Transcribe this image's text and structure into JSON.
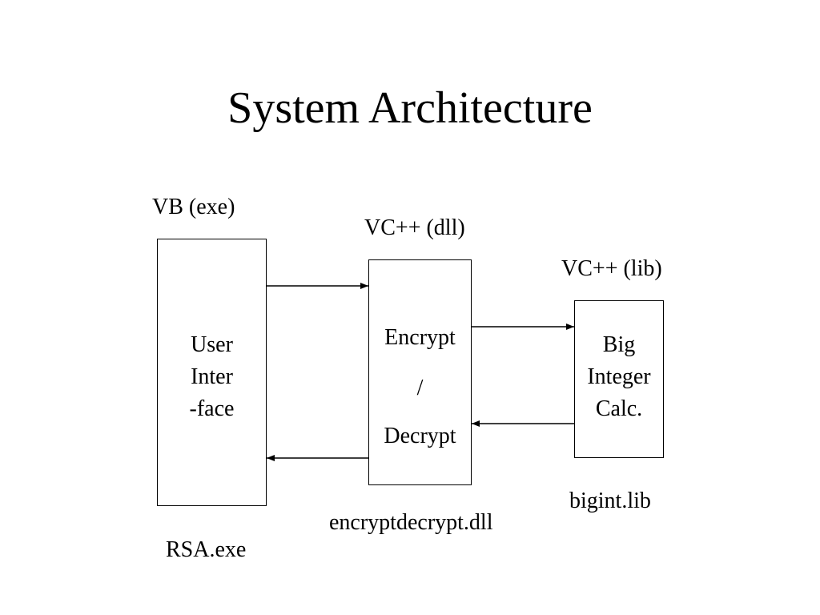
{
  "slide": {
    "title": "System Architecture"
  },
  "components": {
    "ui": {
      "technology": "VB (exe)",
      "lines": [
        "User",
        "Inter",
        "-face"
      ],
      "file": "RSA.exe"
    },
    "crypto": {
      "technology": "VC++ (dll)",
      "line1": "Encrypt",
      "separator": "/",
      "line2": "Decrypt",
      "file": "encryptdecrypt.dll"
    },
    "bigint": {
      "technology": "VC++ (lib)",
      "lines": [
        "Big",
        "Integer",
        "Calc."
      ],
      "file": "bigint.lib"
    }
  }
}
